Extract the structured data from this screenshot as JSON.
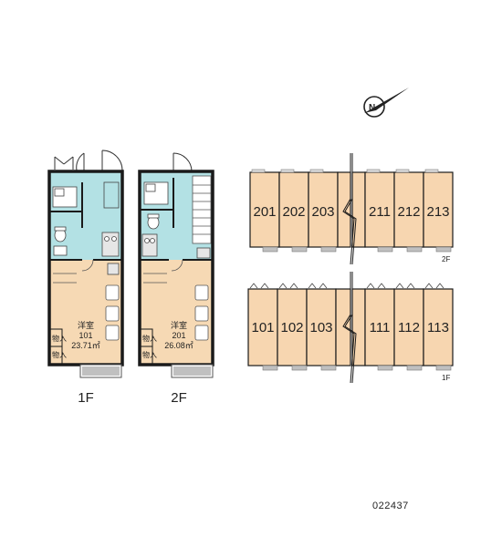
{
  "plans": [
    {
      "floor_label": "1F",
      "room_name": "洋室",
      "room_no": "101",
      "area": "23.71㎡",
      "storage": [
        "物入",
        "物入"
      ]
    },
    {
      "floor_label": "2F",
      "room_name": "洋室",
      "room_no": "201",
      "area": "26.08㎡",
      "storage": [
        "物入",
        "物入"
      ]
    }
  ],
  "building": {
    "upper_rows": {
      "floor_tag": "2F",
      "units_left": [
        "201",
        "202",
        "203"
      ],
      "units_right": [
        "211",
        "212",
        "213"
      ]
    },
    "lower_rows": {
      "floor_tag": "1F",
      "units_left": [
        "101",
        "102",
        "103"
      ],
      "units_right": [
        "111",
        "112",
        "113"
      ]
    }
  },
  "compass_icon": "north-arrow-icon",
  "compass_letter": "N",
  "property_code": "022437",
  "colors": {
    "wet_area": "#b3e1e4",
    "room_floor": "#f6d9b4",
    "unit_fill": "#f7d6b0",
    "wall": "#1a1a1a",
    "balcony": "#c0c0c0"
  }
}
